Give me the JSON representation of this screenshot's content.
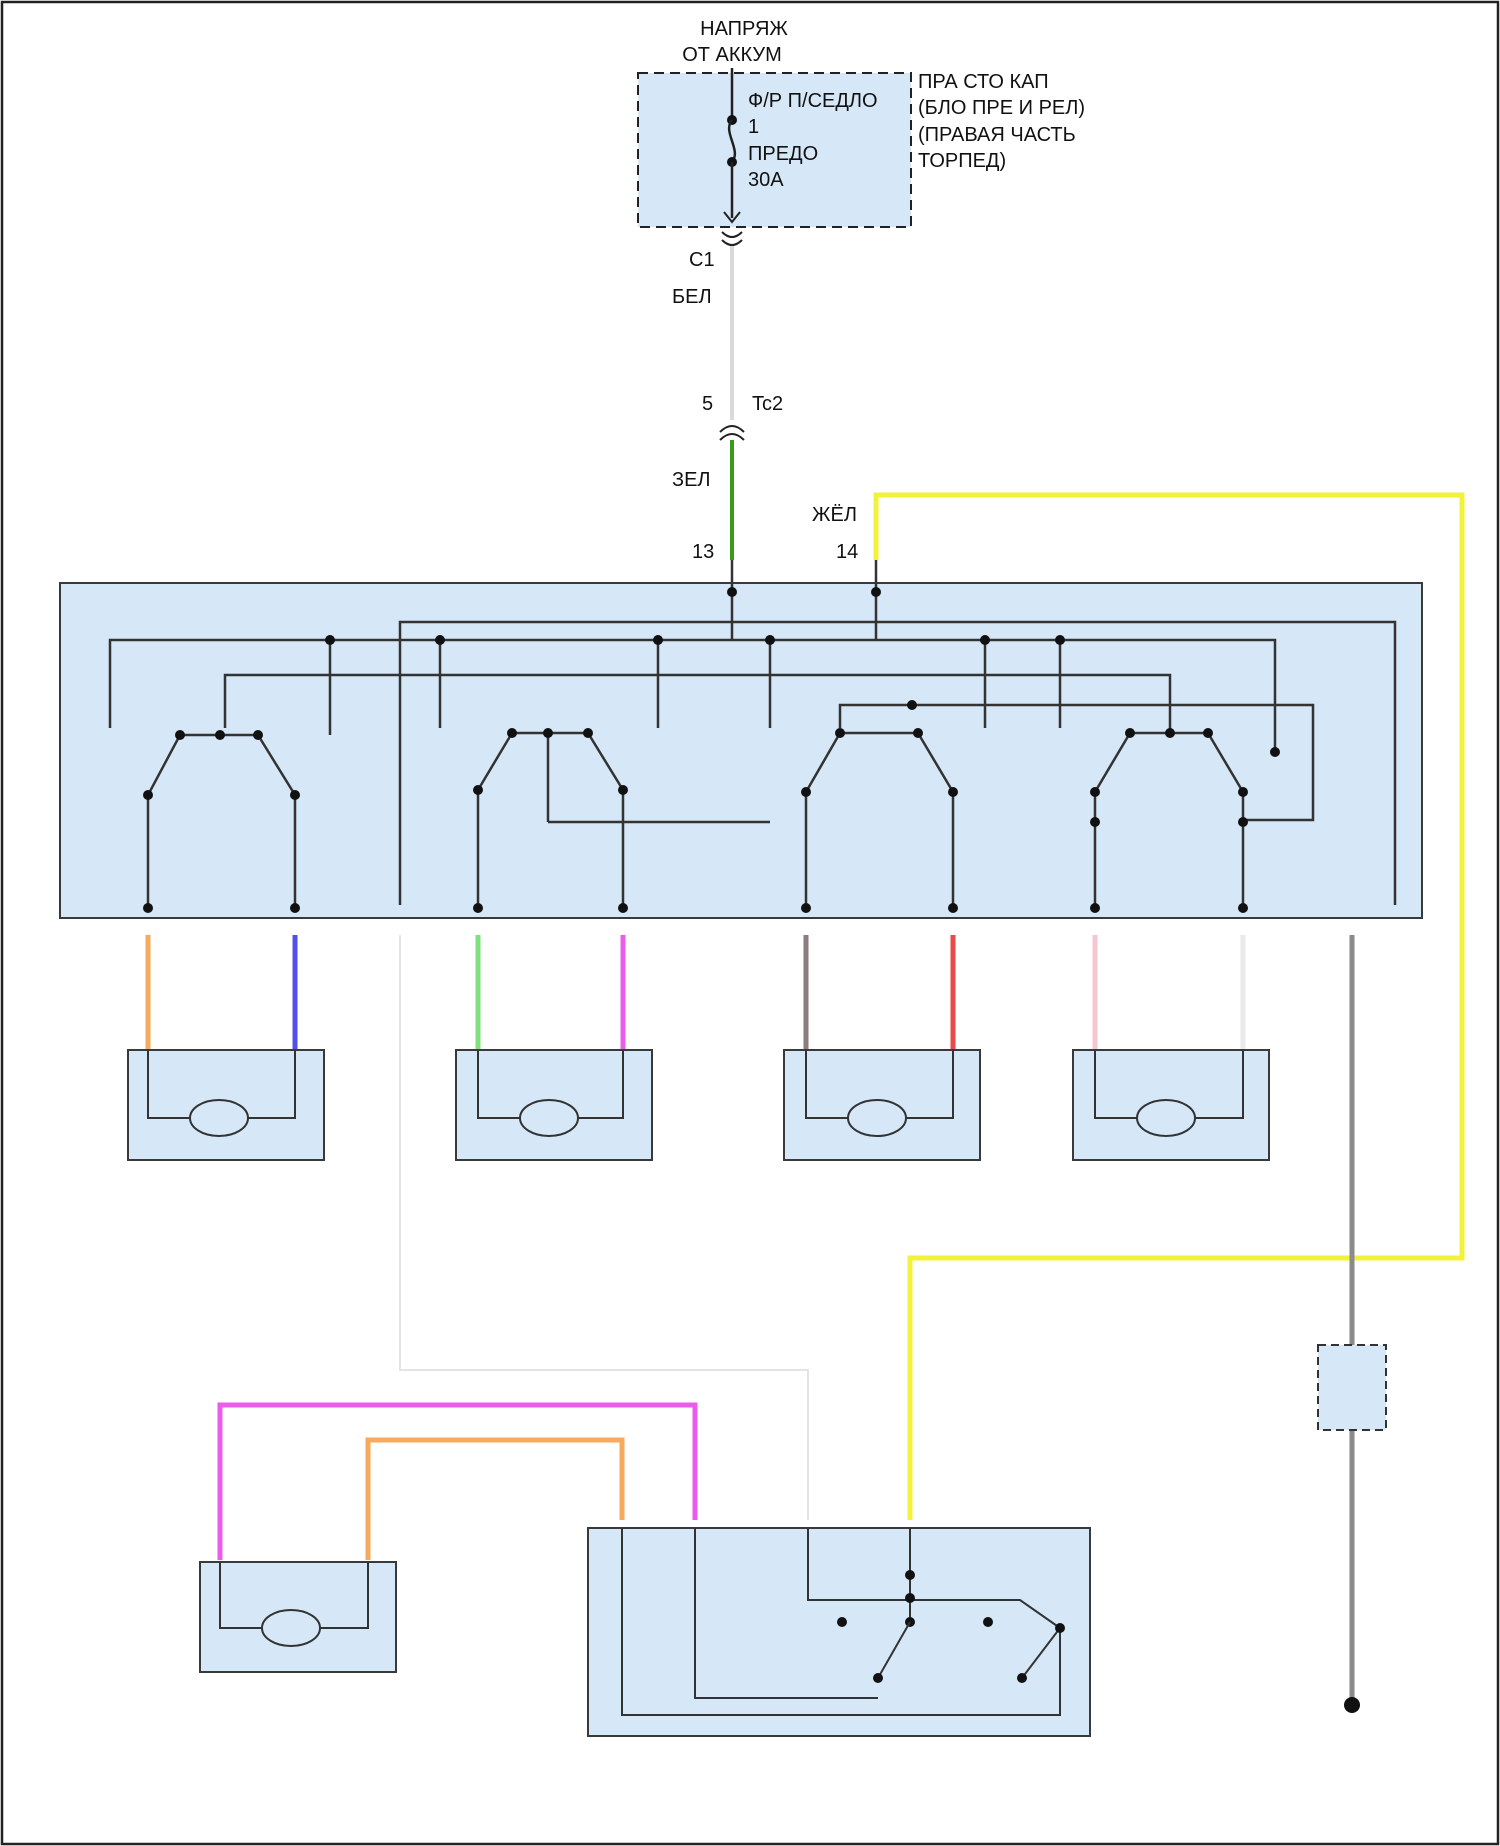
{
  "colors": {
    "box_fill": "#d6e8f8",
    "wire_white": "#d9d9d9",
    "wire_green": "#3a9a1e",
    "wire_yellow": "#f2f23a",
    "wire_orange": "#f7a95c",
    "wire_blue": "#5050ea",
    "wire_lightgreen": "#7fe07f",
    "wire_violet": "#ea5cea",
    "wire_brown": "#8a7e7e",
    "wire_red": "#ea4a4a",
    "wire_pink": "#f5c6cf",
    "wire_grey": "#8a8a8a"
  },
  "source": {
    "line1": "НАПРЯЖ",
    "line2": "ОТ АККУМ"
  },
  "fuse": {
    "name_line1": "Ф/Р П/СЕДЛО",
    "name_line2": "1",
    "name_line3": "ПРЕДО",
    "rating": "30A"
  },
  "fuse_box_location": {
    "line1": "ПРА СТО КАП",
    "line2": "(БЛО ПРЕ И РЕЛ)",
    "line3": "(ПРАВАЯ ЧАСТЬ",
    "line4": "ТОРПЕД)"
  },
  "connectors": {
    "c1": "C1",
    "tc2_pin": "5",
    "tc2": "Tc2",
    "pin13": "13",
    "pin14": "14"
  },
  "wires": {
    "white": "БЕЛ",
    "green": "ЗЕЛ",
    "yellow": "ЖЁЛ"
  }
}
